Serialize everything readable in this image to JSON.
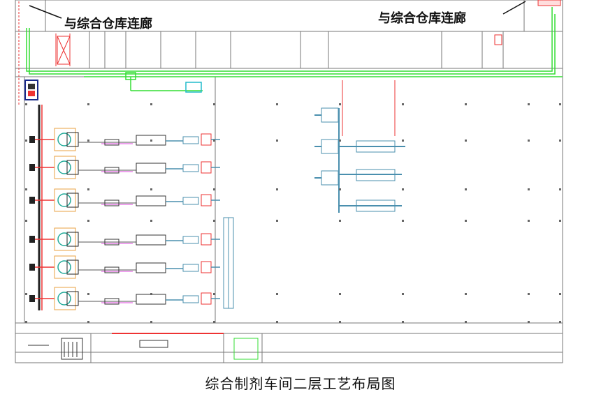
{
  "labels": {
    "corridor_left": "与综合仓库连廊",
    "corridor_right": "与综合仓库连廊"
  },
  "caption": "综合制剂车间二层工艺布局图",
  "colors": {
    "wall": "#777777",
    "pipe_green": "#33dd33",
    "pipe_red": "#ee2222",
    "pipe_blue": "#4a8fae",
    "magenta": "#dd44dd",
    "orange": "#e8a040",
    "cyan": "#22bbcc",
    "navy": "#1a2a8a"
  }
}
